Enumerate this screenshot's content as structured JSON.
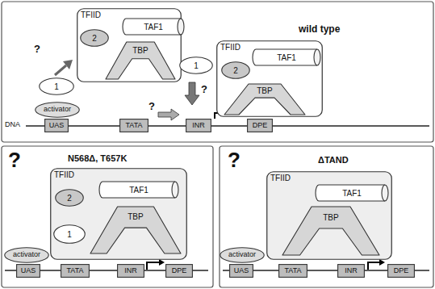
{
  "diagram": {
    "nodes": [
      {
        "text": [
          "TFIID"
        ]
      },
      {
        "text": [
          "TAF1"
        ],
        "in": 0
      },
      {
        "text": [
          "2"
        ],
        "in": 0
      },
      {
        "text": [
          "TBP"
        ],
        "in": 0
      },
      {
        "text": [
          "1"
        ]
      },
      {
        "text": [
          "TFIID"
        ]
      },
      {
        "text": [
          "TAF1"
        ],
        "in": 5
      },
      {
        "text": [
          "2"
        ],
        "in": 5
      },
      {
        "text": [
          "TBP"
        ],
        "in": 5
      },
      {
        "text": [
          "1"
        ]
      },
      {
        "text": [
          "activator"
        ]
      },
      {
        "text": [
          "UAS"
        ]
      },
      {
        "text": [
          "TATA"
        ]
      },
      {
        "text": [
          "INR"
        ]
      },
      {
        "text": [
          "DPE"
        ]
      },
      {
        "text": [
          "TFIID"
        ]
      },
      {
        "text": [
          "TAF1"
        ],
        "in": 15
      },
      {
        "text": [
          "2"
        ],
        "in": 15
      },
      {
        "text": [
          "1"
        ],
        "in": 15
      },
      {
        "text": [
          "TBP"
        ],
        "in": 15
      },
      {
        "text": [
          "activator"
        ]
      },
      {
        "text": [
          "UAS"
        ]
      },
      {
        "text": [
          "TATA"
        ]
      },
      {
        "text": [
          "INR"
        ]
      },
      {
        "text": [
          "DPE"
        ]
      },
      {
        "text": [
          "TFIID"
        ]
      },
      {
        "text": [
          "TAF1"
        ],
        "in": 25
      },
      {
        "text": [
          "TBP"
        ],
        "in": 25
      },
      {
        "text": [
          "activator"
        ]
      },
      {
        "text": [
          "UAS"
        ]
      },
      {
        "text": [
          "TATA"
        ]
      },
      {
        "text": [
          "INR"
        ]
      },
      {
        "text": [
          "DPE"
        ]
      }
    ],
    "labels": [
      "?",
      "?",
      "?",
      "DNA",
      "wild type",
      "?",
      "N568Δ, T657K",
      "?",
      "ΔTAND"
    ]
  }
}
